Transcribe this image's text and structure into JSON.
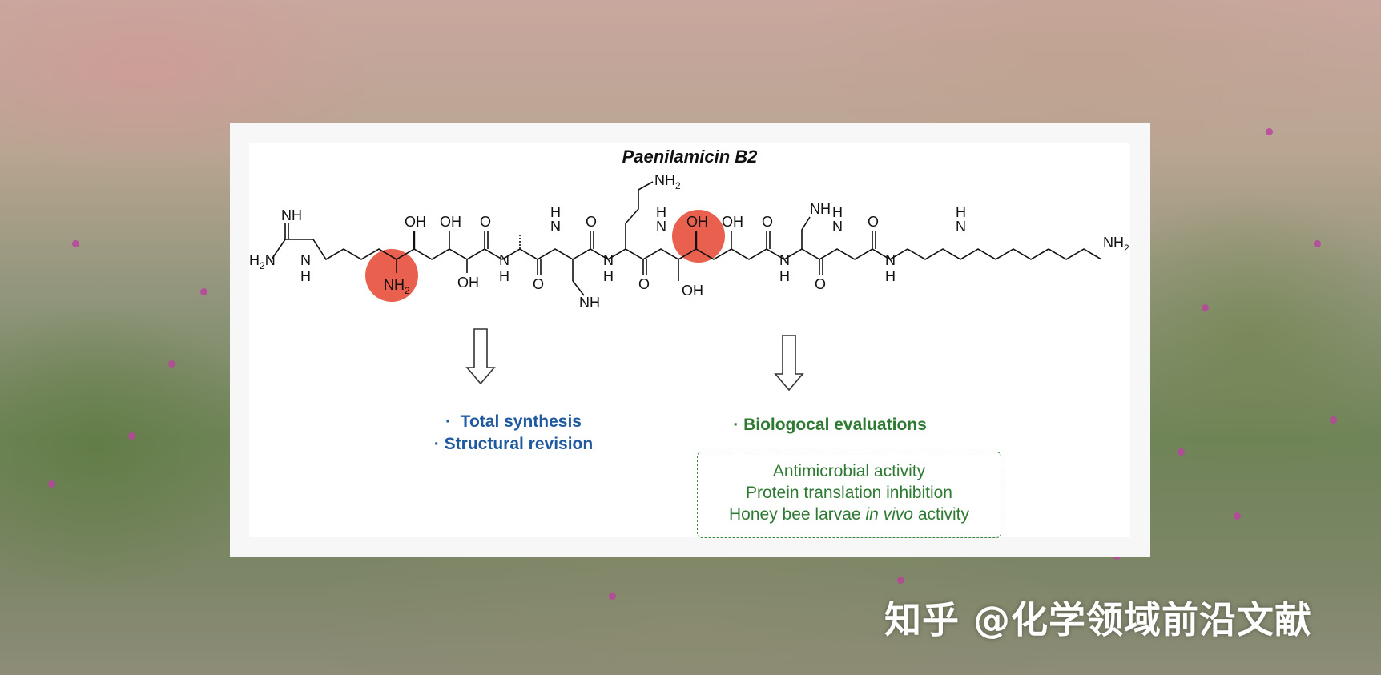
{
  "figure": {
    "title": "Paenilamicin B2",
    "left_outcomes": [
      "Total synthesis",
      "Structural revision"
    ],
    "right_heading": "Biologocal evaluations",
    "right_box_items": [
      "Antimicrobial activity",
      "Protein translation inhibition"
    ],
    "right_box_last": {
      "prefix": "Honey bee larvae ",
      "italic": "in vivo",
      "suffix": " activity"
    },
    "bullet": "·"
  },
  "structure_labels": {
    "nh_top": "NH",
    "h2n": "H",
    "h2n_sub": "2",
    "h2n_n": "N",
    "n": "N",
    "h": "H",
    "nh2_n": "NH",
    "nh2_sub": "2",
    "oh": "OH",
    "o": "O",
    "nh": "NH"
  },
  "colors": {
    "highlight": "#e2402f",
    "blue_text": "#1f5aa0",
    "green_text": "#2e7a32"
  },
  "watermark": "知乎 @化学领域前沿文献"
}
